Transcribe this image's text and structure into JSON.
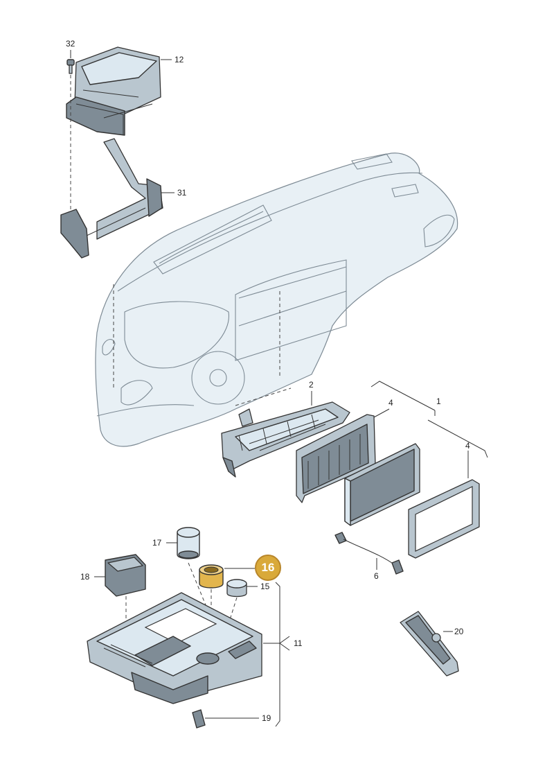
{
  "diagram": {
    "highlight_color": "#d9a93a",
    "part_color": "#dce8f0",
    "line_color": "#333333",
    "callouts": [
      {
        "id": "32",
        "label": "32"
      },
      {
        "id": "12",
        "label": "12"
      },
      {
        "id": "31",
        "label": "31"
      },
      {
        "id": "2",
        "label": "2"
      },
      {
        "id": "4a",
        "label": "4"
      },
      {
        "id": "1",
        "label": "1"
      },
      {
        "id": "4b",
        "label": "4"
      },
      {
        "id": "17",
        "label": "17"
      },
      {
        "id": "16",
        "label": "16",
        "highlighted": true
      },
      {
        "id": "18",
        "label": "18"
      },
      {
        "id": "15",
        "label": "15"
      },
      {
        "id": "6",
        "label": "6"
      },
      {
        "id": "20",
        "label": "20"
      },
      {
        "id": "11",
        "label": "11"
      },
      {
        "id": "19",
        "label": "19"
      }
    ]
  }
}
